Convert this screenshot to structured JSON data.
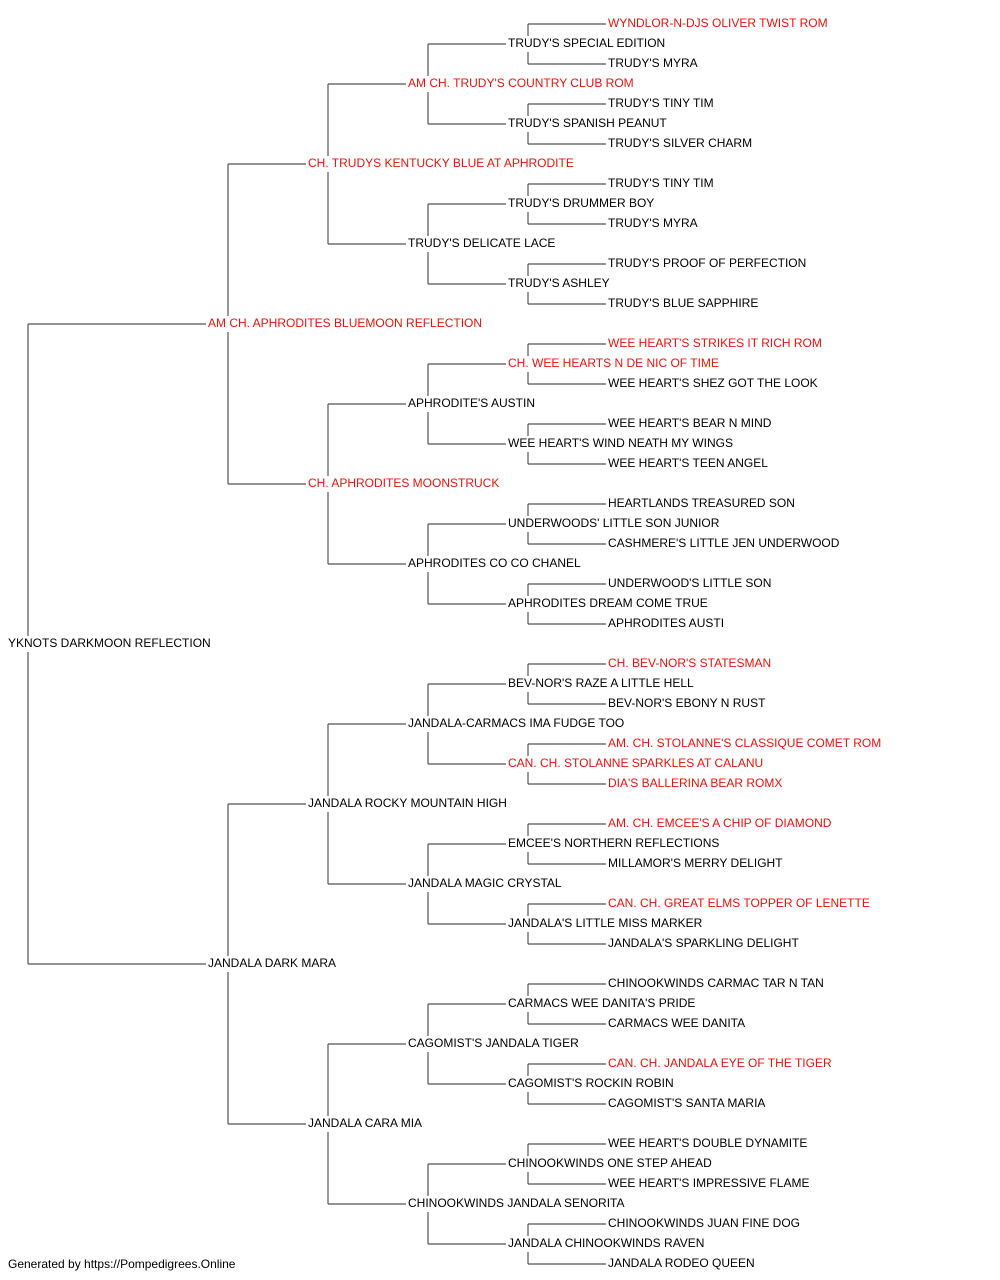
{
  "colors": {
    "normal": "#000000",
    "titled": "#e8130b",
    "line": "#555555"
  },
  "tree": {
    "name": "YKNOTS DARKMOON REFLECTION",
    "titled": false,
    "sire": {
      "name": "AM CH. APHRODITES BLUEMOON REFLECTION",
      "titled": true,
      "sire": {
        "name": "CH. TRUDYS KENTUCKY BLUE AT APHRODITE",
        "titled": true,
        "sire": {
          "name": "AM CH. TRUDY'S COUNTRY CLUB ROM",
          "titled": true,
          "sire": {
            "name": "TRUDY'S SPECIAL EDITION",
            "titled": false,
            "sire": {
              "name": "WYNDLOR-N-DJS OLIVER TWIST ROM",
              "titled": true
            },
            "dam": {
              "name": "TRUDY'S MYRA",
              "titled": false
            }
          },
          "dam": {
            "name": "TRUDY'S SPANISH PEANUT",
            "titled": false,
            "sire": {
              "name": "TRUDY'S TINY TIM",
              "titled": false
            },
            "dam": {
              "name": "TRUDY'S SILVER CHARM",
              "titled": false
            }
          }
        },
        "dam": {
          "name": "TRUDY'S DELICATE LACE",
          "titled": false,
          "sire": {
            "name": "TRUDY'S DRUMMER BOY",
            "titled": false,
            "sire": {
              "name": "TRUDY'S TINY TIM",
              "titled": false
            },
            "dam": {
              "name": "TRUDY'S MYRA",
              "titled": false
            }
          },
          "dam": {
            "name": "TRUDY'S ASHLEY",
            "titled": false,
            "sire": {
              "name": "TRUDY'S PROOF OF PERFECTION",
              "titled": false
            },
            "dam": {
              "name": "TRUDY'S BLUE SAPPHIRE",
              "titled": false
            }
          }
        }
      },
      "dam": {
        "name": "CH. APHRODITES MOONSTRUCK",
        "titled": true,
        "sire": {
          "name": "APHRODITE'S AUSTIN",
          "titled": false,
          "sire": {
            "name": "CH. WEE HEARTS N DE NIC OF TIME",
            "titled": true,
            "sire": {
              "name": "WEE HEART'S STRIKES IT RICH ROM",
              "titled": true
            },
            "dam": {
              "name": "WEE HEART'S SHEZ GOT THE LOOK",
              "titled": false
            }
          },
          "dam": {
            "name": "WEE HEART'S WIND NEATH MY WINGS",
            "titled": false,
            "sire": {
              "name": "WEE HEART'S BEAR N MIND",
              "titled": false
            },
            "dam": {
              "name": "WEE HEART'S TEEN ANGEL",
              "titled": false
            }
          }
        },
        "dam": {
          "name": "APHRODITES CO CO CHANEL",
          "titled": false,
          "sire": {
            "name": "UNDERWOODS' LITTLE SON JUNIOR",
            "titled": false,
            "sire": {
              "name": "HEARTLANDS TREASURED SON",
              "titled": false
            },
            "dam": {
              "name": "CASHMERE'S LITTLE JEN UNDERWOOD",
              "titled": false
            }
          },
          "dam": {
            "name": "APHRODITES DREAM COME TRUE",
            "titled": false,
            "sire": {
              "name": "UNDERWOOD'S LITTLE SON",
              "titled": false
            },
            "dam": {
              "name": "APHRODITES AUSTI",
              "titled": false
            }
          }
        }
      }
    },
    "dam": {
      "name": "JANDALA DARK MARA",
      "titled": false,
      "sire": {
        "name": "JANDALA ROCKY MOUNTAIN HIGH",
        "titled": false,
        "sire": {
          "name": "JANDALA-CARMACS IMA FUDGE TOO",
          "titled": false,
          "sire": {
            "name": "BEV-NOR'S RAZE A LITTLE HELL",
            "titled": false,
            "sire": {
              "name": "CH. BEV-NOR'S STATESMAN",
              "titled": true
            },
            "dam": {
              "name": "BEV-NOR'S EBONY N RUST",
              "titled": false
            }
          },
          "dam": {
            "name": "CAN. CH. STOLANNE SPARKLES AT CALANU",
            "titled": true,
            "sire": {
              "name": "AM. CH. STOLANNE'S CLASSIQUE COMET ROM",
              "titled": true
            },
            "dam": {
              "name": "DIA'S BALLERINA BEAR ROMX",
              "titled": true
            }
          }
        },
        "dam": {
          "name": "JANDALA MAGIC CRYSTAL",
          "titled": false,
          "sire": {
            "name": "EMCEE'S NORTHERN REFLECTIONS",
            "titled": false,
            "sire": {
              "name": "AM. CH. EMCEE'S A CHIP OF DIAMOND",
              "titled": true
            },
            "dam": {
              "name": "MILLAMOR'S MERRY DELIGHT",
              "titled": false
            }
          },
          "dam": {
            "name": "JANDALA'S LITTLE MISS MARKER",
            "titled": false,
            "sire": {
              "name": "CAN. CH. GREAT ELMS TOPPER OF LENETTE",
              "titled": true
            },
            "dam": {
              "name": "JANDALA'S SPARKLING DELIGHT",
              "titled": false
            }
          }
        }
      },
      "dam": {
        "name": "JANDALA CARA MIA",
        "titled": false,
        "sire": {
          "name": "CAGOMIST'S JANDALA TIGER",
          "titled": false,
          "sire": {
            "name": "CARMACS WEE DANITA'S PRIDE",
            "titled": false,
            "sire": {
              "name": "CHINOOKWINDS CARMAC TAR N TAN",
              "titled": false
            },
            "dam": {
              "name": "CARMACS WEE DANITA",
              "titled": false
            }
          },
          "dam": {
            "name": "CAGOMIST'S ROCKIN ROBIN",
            "titled": false,
            "sire": {
              "name": "CAN. CH. JANDALA EYE OF THE TIGER",
              "titled": true
            },
            "dam": {
              "name": "CAGOMIST'S SANTA MARIA",
              "titled": false
            }
          }
        },
        "dam": {
          "name": "CHINOOKWINDS JANDALA SENORITA",
          "titled": false,
          "sire": {
            "name": "CHINOOKWINDS ONE STEP AHEAD",
            "titled": false,
            "sire": {
              "name": "WEE HEART'S DOUBLE DYNAMITE",
              "titled": false
            },
            "dam": {
              "name": "WEE HEART'S IMPRESSIVE FLAME",
              "titled": false
            }
          },
          "dam": {
            "name": "JANDALA CHINOOKWINDS RAVEN",
            "titled": false,
            "sire": {
              "name": "CHINOOKWINDS JUAN FINE DOG",
              "titled": false
            },
            "dam": {
              "name": "JANDALA RODEO QUEEN",
              "titled": false
            }
          }
        }
      }
    }
  },
  "footer": "Generated by https://Pompedigrees.Online"
}
